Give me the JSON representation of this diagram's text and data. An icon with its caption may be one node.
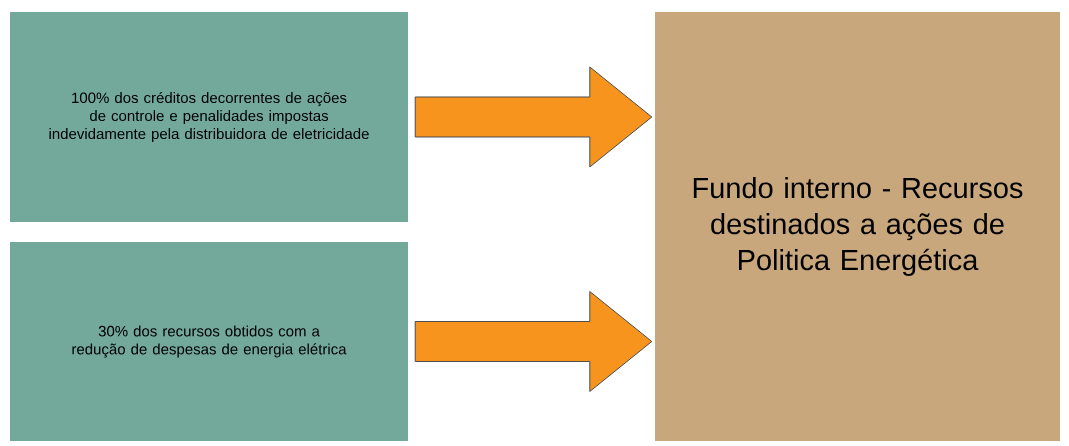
{
  "diagram": {
    "nodes": [
      {
        "text": [
          "100% dos créditos decorrentes de ações de controle e penalidades impostas indevidamente pela distribuidora de eletricidade"
        ]
      },
      {
        "text": [
          "30% dos recursos obtidos com a redução de despesas de energia elétrica"
        ]
      },
      {
        "text": [
          "Fundo interno - Recursos destinados a ações de Politica Energética"
        ]
      }
    ],
    "edges": [
      {
        "from": 0,
        "to": 2,
        "arrow": "to"
      },
      {
        "from": 1,
        "to": 2,
        "arrow": "to"
      }
    ]
  }
}
